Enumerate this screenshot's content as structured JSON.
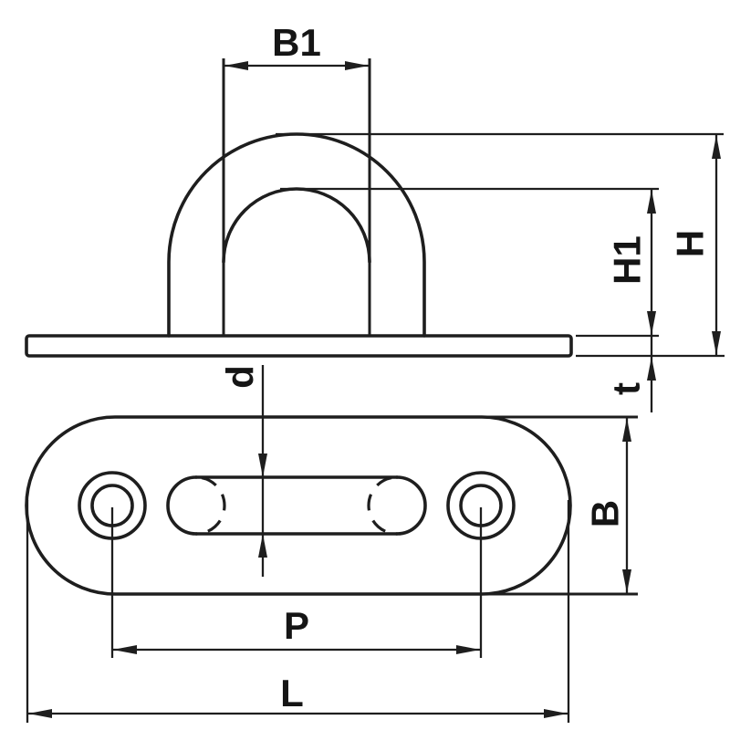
{
  "drawing": {
    "background_color": "#ffffff",
    "stroke_color": "#1e1e1e",
    "side_view_labels": {
      "loop_inner_width": "B1",
      "overall_height": "H",
      "loop_inner_height": "H1",
      "plate_thickness": "t"
    },
    "plan_view_labels": {
      "wire_diameter": "d",
      "plate_width": "B",
      "hole_pitch": "P",
      "overall_length": "L"
    }
  }
}
